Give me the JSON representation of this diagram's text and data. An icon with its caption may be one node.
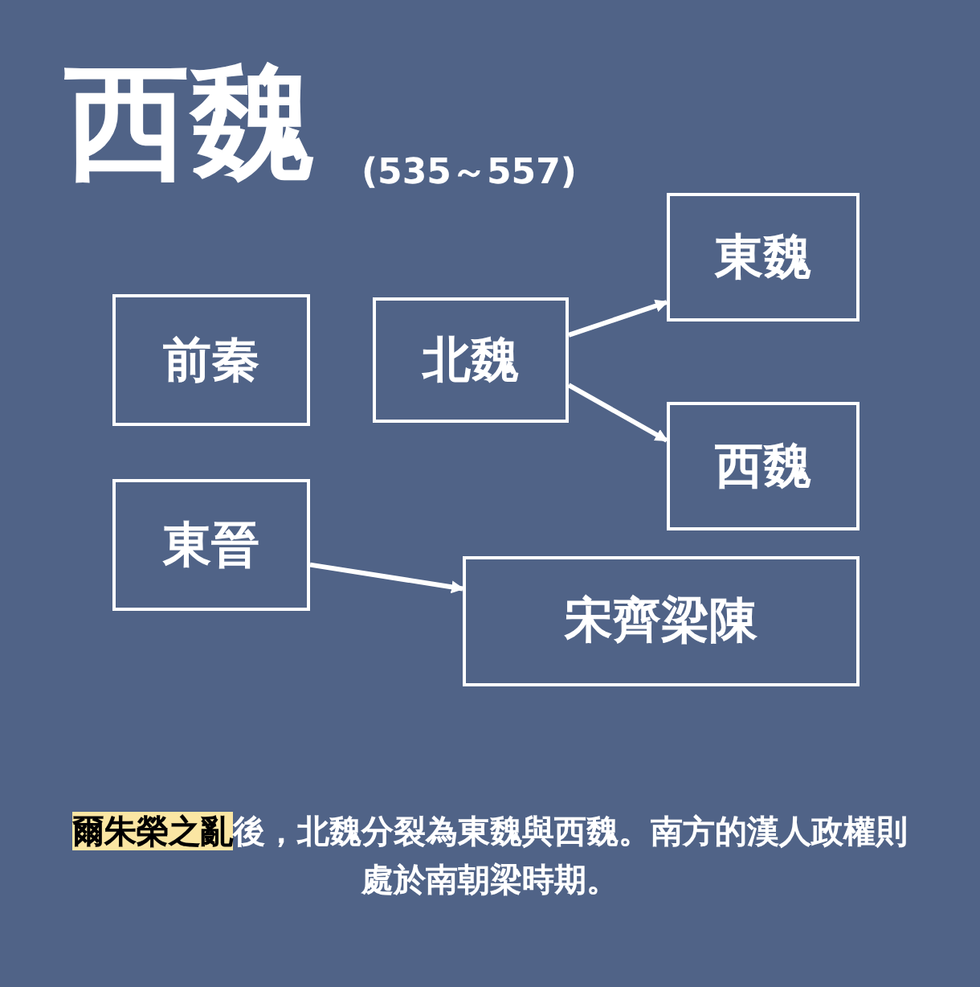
{
  "diagram": {
    "title": "西魏",
    "nodes": [
      {
        "text": [
          "前秦"
        ]
      },
      {
        "text": [
          "北魏"
        ]
      },
      {
        "text": [
          "東魏"
        ]
      },
      {
        "text": [
          "西魏"
        ]
      },
      {
        "text": [
          "東晉"
        ]
      },
      {
        "text": [
          "宋齊梁陳"
        ]
      }
    ],
    "edges": [
      {
        "from": 1,
        "to": 2,
        "arrow": "to"
      },
      {
        "from": 1,
        "to": 3,
        "arrow": "to"
      },
      {
        "from": 4,
        "to": 5,
        "arrow": "to"
      }
    ],
    "labels": [
      "(535～557)"
    ],
    "caption": "**爾朱榮之亂**後，北魏分裂為東魏與西魏。南方的漢人政權則處於南朝梁時期。"
  }
}
